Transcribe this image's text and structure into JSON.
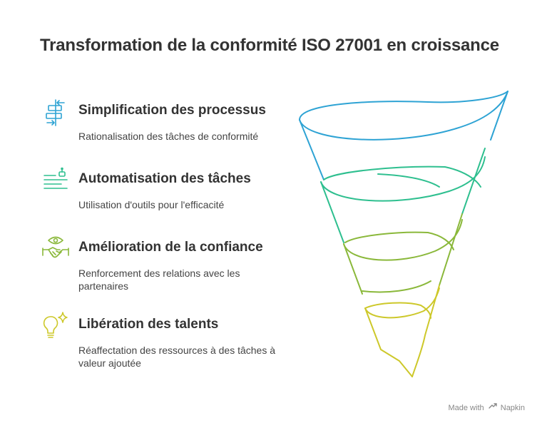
{
  "title": "Transformation de la conformité ISO 27001 en croissance",
  "colors": {
    "blue": "#2ea3d4",
    "teal": "#2ebf8f",
    "green": "#8ab83a",
    "yellow": "#cdc82a"
  },
  "items": [
    {
      "heading": "Simplification des processus",
      "description": "Rationalisation des tâches de conformité",
      "icon": "process-flow-icon",
      "color": "#2ea3d4"
    },
    {
      "heading": "Automatisation des tâches",
      "description": "Utilisation d'outils pour l'efficacité",
      "icon": "robot-list-icon",
      "color": "#2ebf8f"
    },
    {
      "heading": "Amélioration de la confiance",
      "description": "Renforcement des relations avec les partenaires",
      "icon": "eye-handshake-icon",
      "color": "#8ab83a"
    },
    {
      "heading": "Libération des talents",
      "description": "Réaffectation des ressources à des tâches à valeur ajoutée",
      "icon": "lightbulb-sparkle-icon",
      "color": "#cdc82a"
    }
  ],
  "footer": {
    "made_with": "Made with",
    "brand": "Napkin"
  }
}
